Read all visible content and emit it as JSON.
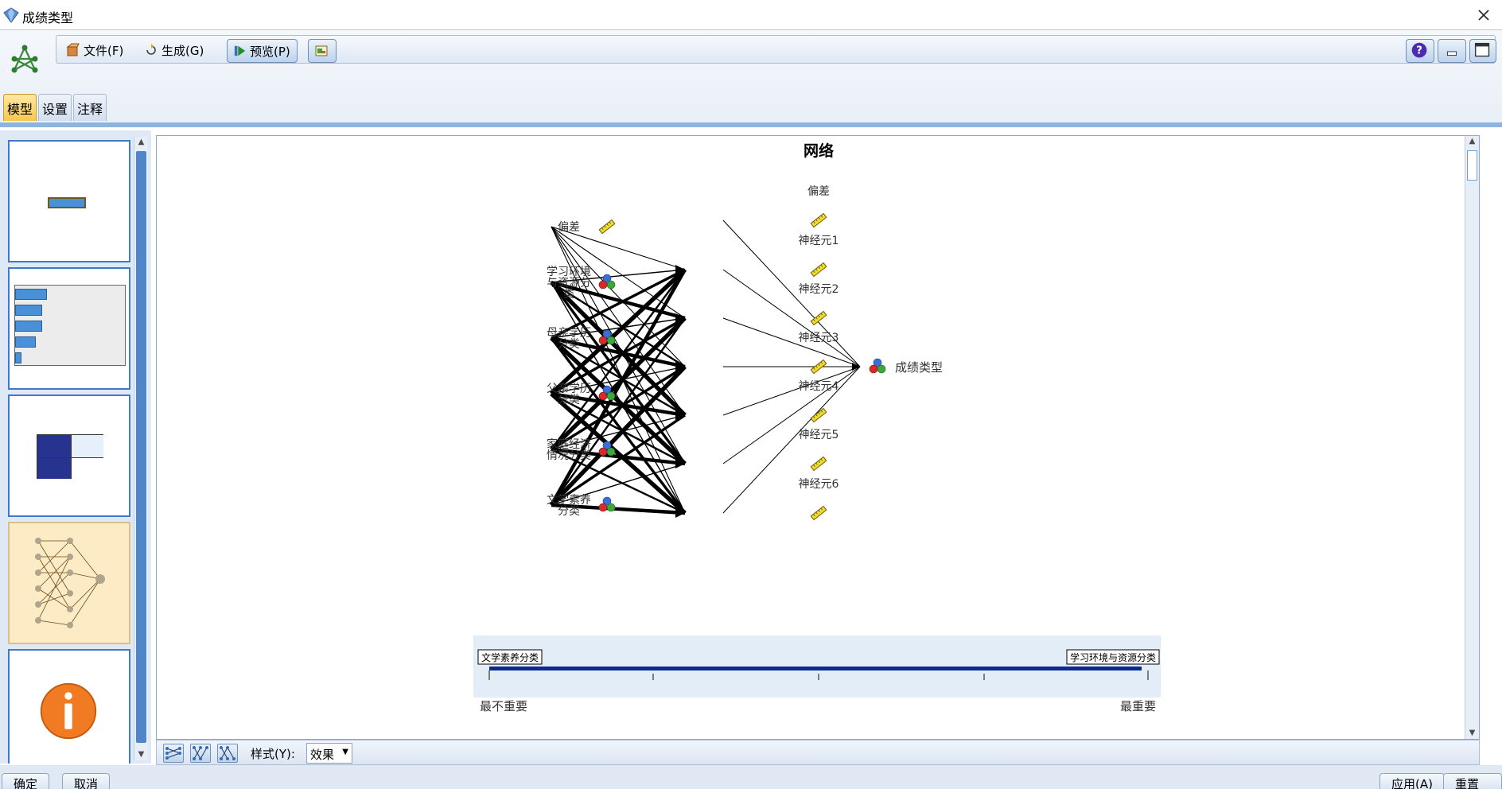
{
  "window": {
    "title": "成绩类型",
    "close_icon": "close-icon"
  },
  "menu": {
    "file_label": "文件(F)",
    "generate_label": "生成(G)",
    "preview_label": "预览(P)"
  },
  "tabs": [
    {
      "label": "模型",
      "active": true
    },
    {
      "label": "设置",
      "active": false
    },
    {
      "label": "注释",
      "active": false
    }
  ],
  "network": {
    "title": "网络",
    "input_layer": [
      {
        "label": "偏差",
        "icon": "ruler-icon"
      },
      {
        "label": "学习环境与资源分类",
        "icon": "set-icon"
      },
      {
        "label": "母亲学历分类",
        "icon": "set-icon"
      },
      {
        "label": "父亲学历分类",
        "icon": "set-icon"
      },
      {
        "label": "家庭经济情况分类",
        "icon": "set-icon"
      },
      {
        "label": "文学素养分类",
        "icon": "set-icon"
      }
    ],
    "hidden_layer": [
      "偏差",
      "神经元1",
      "神经元2",
      "神经元3",
      "神经元4",
      "神经元5",
      "神经元6"
    ],
    "output_layer": [
      {
        "label": "成绩类型",
        "icon": "set-icon"
      }
    ],
    "importance": {
      "least_label": "文学素养分类",
      "most_label": "学习环境与资源分类",
      "least_caption": "最不重要",
      "most_caption": "最重要"
    }
  },
  "bottom": {
    "style_label": "样式(Y):",
    "style_value": "效果"
  },
  "footer": {
    "ok_label": "确定",
    "cancel_label": "取消",
    "apply_label": "应用(A)",
    "reset_label": "重置(R)"
  },
  "colors": {
    "accent": "#3e7bc5",
    "selected_tab": "#f6c84e",
    "importance_bar": "#0d2a8a"
  }
}
